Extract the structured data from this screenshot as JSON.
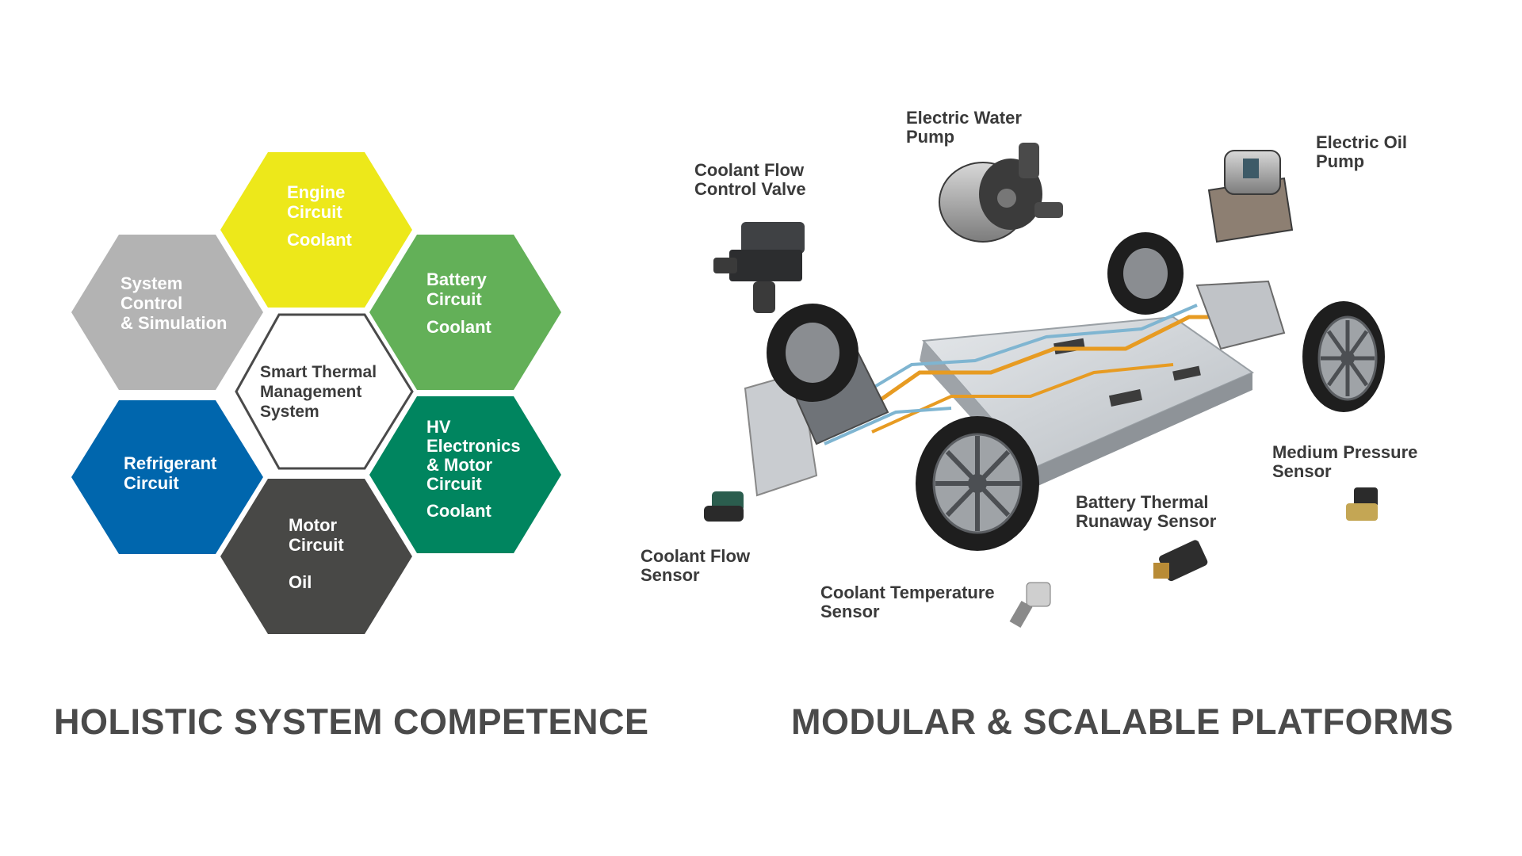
{
  "hexagons": {
    "engine": {
      "lines": [
        "Engine",
        "Circuit"
      ],
      "sub": "Coolant",
      "color": "#ede81a"
    },
    "battery": {
      "lines": [
        "Battery",
        "Circuit"
      ],
      "sub": "Coolant",
      "color": "#63b058"
    },
    "hv": {
      "lines": [
        "HV",
        "Electronics",
        "& Motor",
        "Circuit"
      ],
      "sub": "Coolant",
      "color": "#00855f"
    },
    "motor": {
      "lines": [
        "Motor",
        "Circuit"
      ],
      "sub": "Oil",
      "color": "#484846"
    },
    "refrigerant": {
      "lines": [
        "Refrigerant",
        "Circuit"
      ],
      "color": "#0066ad"
    },
    "system": {
      "lines": [
        "System",
        "Control",
        "& Simulation"
      ],
      "color": "#b3b3b3"
    },
    "center": {
      "lines": [
        "Smart Thermal",
        "Management",
        "System"
      ],
      "color": "#ffffff"
    }
  },
  "headings": {
    "left": "HOLISTIC SYSTEM COMPETENCE",
    "right": "MODULAR & SCALABLE PLATFORMS"
  },
  "callouts": {
    "water_pump": [
      "Electric Water",
      "Pump"
    ],
    "oil_pump": [
      "Electric Oil",
      "Pump"
    ],
    "flow_valve": [
      "Coolant Flow",
      "Control Valve"
    ],
    "pressure_sensor": [
      "Medium Pressure",
      "Sensor"
    ],
    "runaway_sensor": [
      "Battery Thermal",
      "Runaway Sensor"
    ],
    "flow_sensor": [
      "Coolant Flow",
      "Sensor"
    ],
    "temp_sensor": [
      "Coolant Temperature",
      "Sensor"
    ]
  }
}
